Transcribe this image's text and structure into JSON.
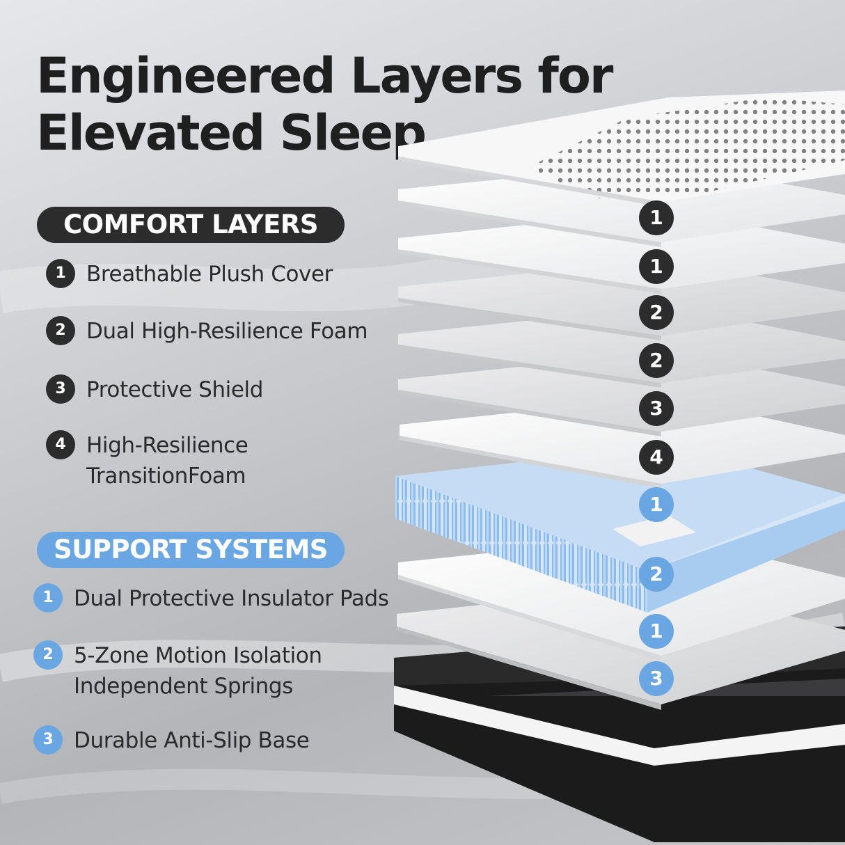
{
  "title": {
    "line1": "Engineered Layers for",
    "line2": "Elevated Sleep"
  },
  "comfort": {
    "heading": "COMFORT LAYERS",
    "items": [
      {
        "num": "1",
        "lines": [
          "Breathable Plush Cover"
        ]
      },
      {
        "num": "2",
        "lines": [
          "Dual High-Resilience Foam"
        ]
      },
      {
        "num": "3",
        "lines": [
          "Protective Shield"
        ]
      },
      {
        "num": "4",
        "lines": [
          "High-Resilience",
          "TransitionFoam"
        ]
      }
    ]
  },
  "support": {
    "heading": "SUPPORT SYSTEMS",
    "items": [
      {
        "num": "1",
        "lines": [
          "Dual Protective Insulator Pads"
        ]
      },
      {
        "num": "2",
        "lines": [
          "5-Zone Motion Isolation",
          "Independent Springs"
        ]
      },
      {
        "num": "3",
        "lines": [
          "Durable Anti-Slip Base"
        ]
      }
    ]
  },
  "layer_badges": [
    {
      "num": "1",
      "group": "comfort"
    },
    {
      "num": "1",
      "group": "comfort"
    },
    {
      "num": "2",
      "group": "comfort"
    },
    {
      "num": "2",
      "group": "comfort"
    },
    {
      "num": "3",
      "group": "comfort"
    },
    {
      "num": "4",
      "group": "comfort"
    },
    {
      "num": "1",
      "group": "support"
    },
    {
      "num": "2",
      "group": "support"
    },
    {
      "num": "1",
      "group": "support"
    },
    {
      "num": "3",
      "group": "support"
    }
  ],
  "colors": {
    "dark": "#2c2c2d",
    "blue": "#6aa6e2",
    "text": "#2a2a2a"
  }
}
